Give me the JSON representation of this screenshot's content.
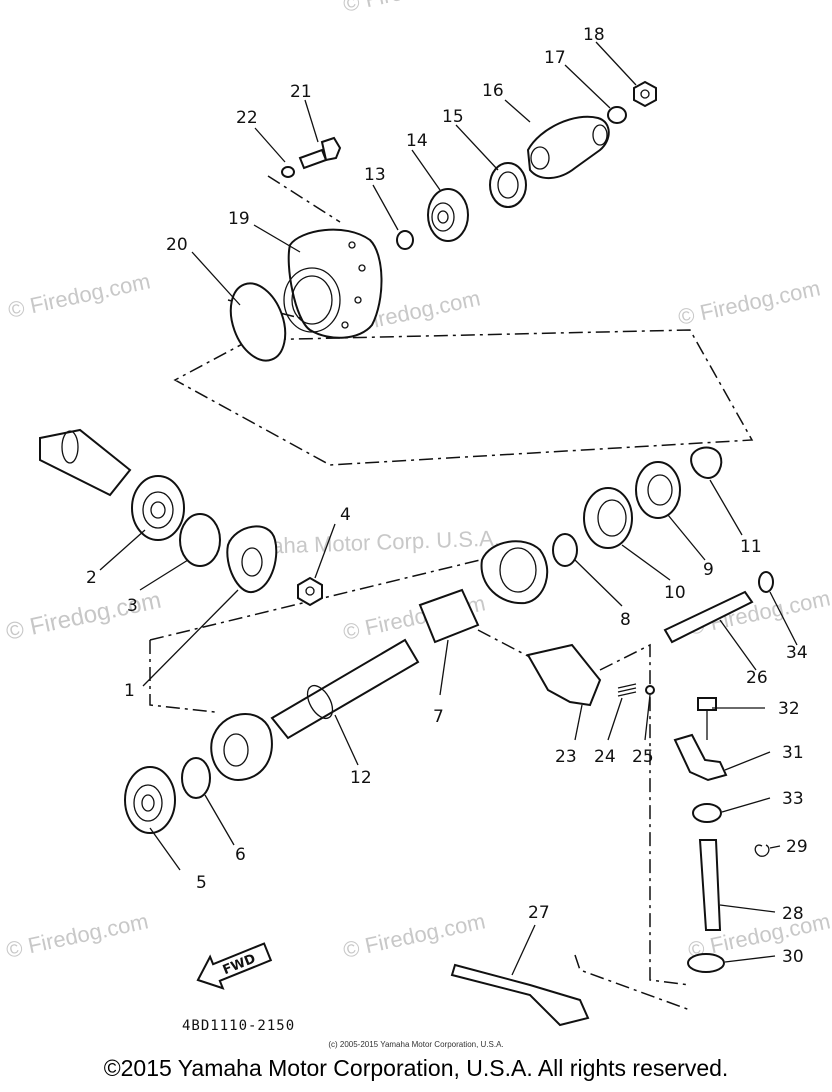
{
  "watermarks": [
    {
      "text": "© Firedog.com"
    },
    {
      "text": "© Firedog.com"
    },
    {
      "text": "© Firedog.com"
    },
    {
      "text": "© Firedog.com"
    },
    {
      "text": "© Firedog.com"
    },
    {
      "text": "© Firedog.com"
    },
    {
      "text": "© Firedog.com"
    },
    {
      "text": "© Firedog.com"
    },
    {
      "text": "© Firedog.com"
    },
    {
      "text": "© Firedog.com"
    }
  ],
  "center_watermark": "Yamaha Motor Corp. U.S.A.",
  "callouts": [
    "1",
    "2",
    "3",
    "4",
    "5",
    "6",
    "7",
    "8",
    "9",
    "10",
    "11",
    "12",
    "13",
    "14",
    "15",
    "16",
    "17",
    "18",
    "19",
    "20",
    "21",
    "22",
    "23",
    "24",
    "25",
    "26",
    "27",
    "28",
    "29",
    "30",
    "31",
    "32",
    "33",
    "34"
  ],
  "fwd_label": "FWD",
  "diagram_ref": "4BD1110-2150",
  "small_copyright": "(c) 2005-2015 Yamaha Motor Corporation, U.S.A.",
  "footer": "©2015 Yamaha Motor Corporation, U.S.A. All rights reserved."
}
